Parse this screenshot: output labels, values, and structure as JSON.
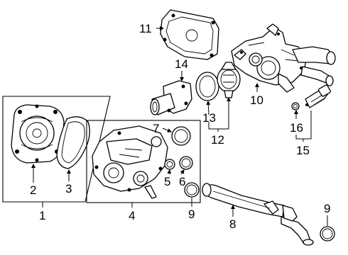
{
  "callouts": {
    "c1": "1",
    "c2": "2",
    "c3": "3",
    "c4": "4",
    "c5": "5",
    "c6": "6",
    "c7": "7",
    "c8": "8",
    "c9a": "9",
    "c9b": "9",
    "c10": "10",
    "c11": "11",
    "c12": "12",
    "c13": "13",
    "c14": "14",
    "c15": "15",
    "c16": "16"
  }
}
